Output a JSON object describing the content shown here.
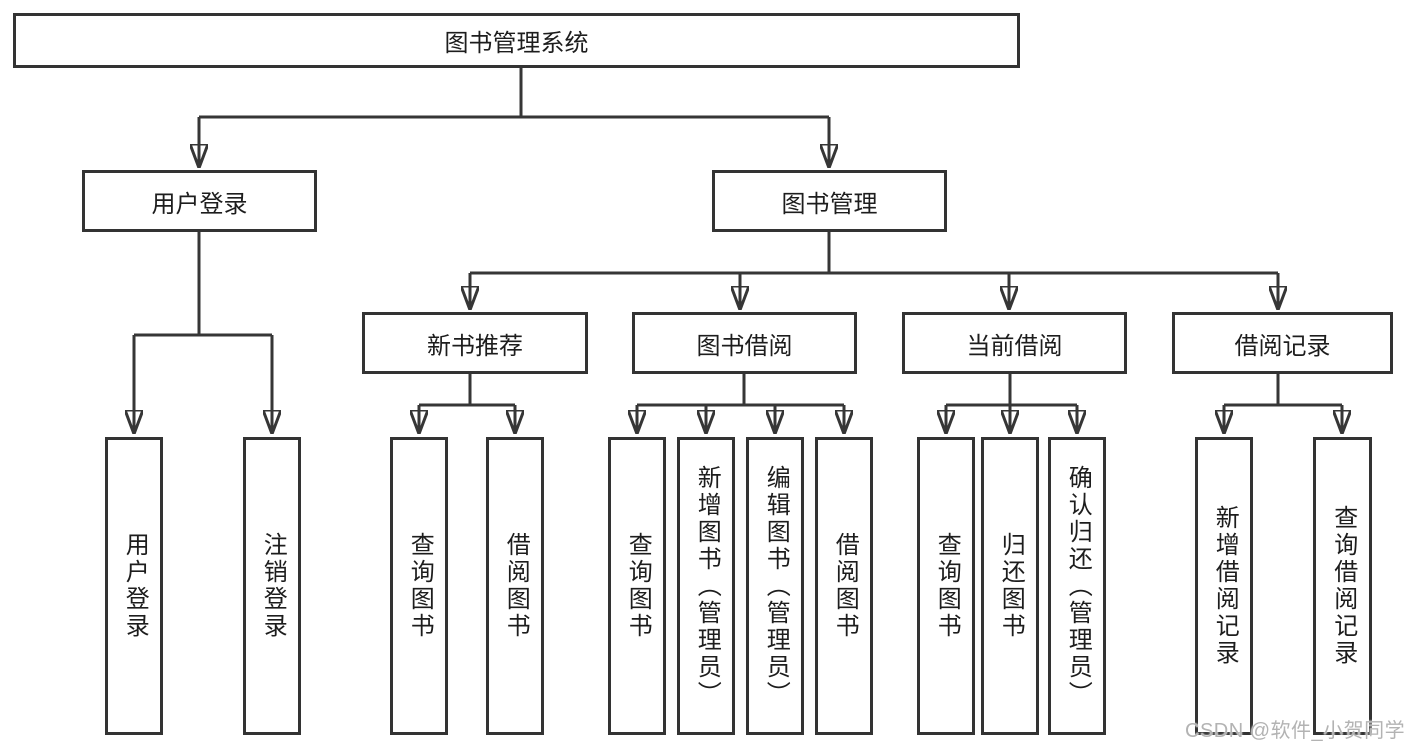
{
  "diagram": {
    "title": "图书管理系统",
    "watermark": "CSDN @软件_小贺同学",
    "colors": {
      "line": "#363636",
      "box_border": "#333333",
      "box_background": "#ffffff",
      "text": "#1d1d1d",
      "watermark_text": "#b3b3b3",
      "page_background": "#ffffff"
    },
    "nodes": {
      "root": {
        "label": "图书管理系统"
      },
      "user_login": {
        "label": "用户登录"
      },
      "book_mgmt": {
        "label": "图书管理"
      },
      "new_book_rec": {
        "label": "新书推荐"
      },
      "book_borrow": {
        "label": "图书借阅"
      },
      "current_borrow": {
        "label": "当前借阅"
      },
      "borrow_records": {
        "label": "借阅记录"
      },
      "leaf_user_login": {
        "label": "用户登录"
      },
      "leaf_logout": {
        "label": "注销登录"
      },
      "leaf_query_book_1": {
        "label": "查询图书"
      },
      "leaf_borrow_book_1": {
        "label": "借阅图书"
      },
      "leaf_query_book_2": {
        "label": "查询图书"
      },
      "leaf_add_book": {
        "label": "新增图书（管理员）"
      },
      "leaf_edit_book": {
        "label": "编辑图书（管理员）"
      },
      "leaf_borrow_book_2": {
        "label": "借阅图书"
      },
      "leaf_query_book_3": {
        "label": "查询图书"
      },
      "leaf_return_book": {
        "label": "归还图书"
      },
      "leaf_confirm_return": {
        "label": "确认归还（管理员）"
      },
      "leaf_add_record": {
        "label": "新增借阅记录"
      },
      "leaf_query_record": {
        "label": "查询借阅记录"
      }
    },
    "hierarchy": {
      "root": [
        "user_login",
        "book_mgmt"
      ],
      "user_login": [
        "leaf_user_login",
        "leaf_logout"
      ],
      "book_mgmt": [
        "new_book_rec",
        "book_borrow",
        "current_borrow",
        "borrow_records"
      ],
      "new_book_rec": [
        "leaf_query_book_1",
        "leaf_borrow_book_1"
      ],
      "book_borrow": [
        "leaf_query_book_2",
        "leaf_add_book",
        "leaf_edit_book",
        "leaf_borrow_book_2"
      ],
      "current_borrow": [
        "leaf_query_book_3",
        "leaf_return_book",
        "leaf_confirm_return"
      ],
      "borrow_records": [
        "leaf_add_record",
        "leaf_query_record"
      ]
    }
  }
}
